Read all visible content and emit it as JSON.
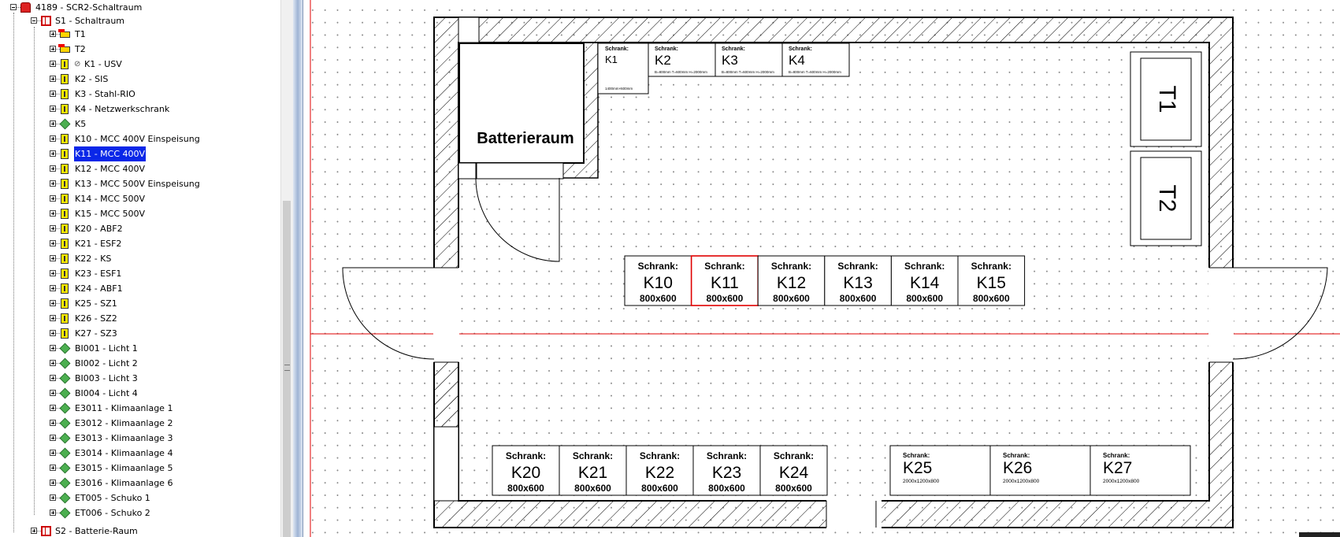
{
  "tree": {
    "root": "4189 - SCR2-Schaltraum",
    "room1": "S1 - Schaltraum",
    "items": [
      {
        "label": "T1",
        "icon": "transformer-icon"
      },
      {
        "label": "T2",
        "icon": "transformer-icon"
      },
      {
        "label": "K1 - USV",
        "icon": "cabinet-icon",
        "clip": true
      },
      {
        "label": "K2 - SIS",
        "icon": "cabinet-icon"
      },
      {
        "label": "K3 - Stahl-RIO",
        "icon": "cabinet-icon"
      },
      {
        "label": "K4 - Netzwerkschrank",
        "icon": "cabinet-icon"
      },
      {
        "label": "K5",
        "icon": "device-cube-icon"
      },
      {
        "label": "K10 - MCC 400V Einspeisung",
        "icon": "cabinet-icon"
      },
      {
        "label": "K11 - MCC 400V",
        "icon": "cabinet-icon",
        "selected": true
      },
      {
        "label": "K12 - MCC 400V",
        "icon": "cabinet-icon"
      },
      {
        "label": "K13 - MCC 500V Einspeisung",
        "icon": "cabinet-icon"
      },
      {
        "label": "K14 - MCC 500V",
        "icon": "cabinet-icon"
      },
      {
        "label": "K15 - MCC 500V",
        "icon": "cabinet-icon"
      },
      {
        "label": "K20 - ABF2",
        "icon": "cabinet-icon"
      },
      {
        "label": "K21 - ESF2",
        "icon": "cabinet-icon"
      },
      {
        "label": "K22 - KS",
        "icon": "cabinet-icon"
      },
      {
        "label": "K23 - ESF1",
        "icon": "cabinet-icon"
      },
      {
        "label": "K24 - ABF1",
        "icon": "cabinet-icon"
      },
      {
        "label": "K25 - SZ1",
        "icon": "cabinet-icon"
      },
      {
        "label": "K26 - SZ2",
        "icon": "cabinet-icon"
      },
      {
        "label": "K27 - SZ3",
        "icon": "cabinet-icon"
      },
      {
        "label": "BI001 - Licht 1",
        "icon": "device-cube-icon"
      },
      {
        "label": "BI002 - Licht 2",
        "icon": "device-cube-icon"
      },
      {
        "label": "BI003 - Licht 3",
        "icon": "device-cube-icon"
      },
      {
        "label": "BI004 - Licht 4",
        "icon": "device-cube-icon"
      },
      {
        "label": "E3011 - Klimaanlage 1",
        "icon": "device-cube-icon"
      },
      {
        "label": "E3012 - Klimaanlage 2",
        "icon": "device-cube-icon"
      },
      {
        "label": "E3013 - Klimaanlage 3",
        "icon": "device-cube-icon"
      },
      {
        "label": "E3014 - Klimaanlage 4",
        "icon": "device-cube-icon"
      },
      {
        "label": "E3015 - Klimaanlage 5",
        "icon": "device-cube-icon"
      },
      {
        "label": "E3016 - Klimaanlage 6",
        "icon": "device-cube-icon"
      },
      {
        "label": "ET005 - Schuko 1",
        "icon": "device-cube-icon"
      },
      {
        "label": "ET006 - Schuko 2",
        "icon": "device-cube-icon"
      }
    ],
    "room2": "S2 - Batterie-Raum"
  },
  "plan": {
    "battery_room_label": "Batterieraum",
    "small_cabinets": [
      {
        "word": "Schrank:",
        "name": "K1",
        "dims": "1400mm×600mm"
      },
      {
        "word": "Schrank:",
        "name": "K2",
        "dims": "B=800mm T=600mm H=2000mm"
      },
      {
        "word": "Schrank:",
        "name": "K3",
        "dims": "B=800mm T=600mm H=2000mm"
      },
      {
        "word": "Schrank:",
        "name": "K4",
        "dims": "B=800mm T=600mm H=2000mm"
      }
    ],
    "row_mid": [
      {
        "word": "Schrank:",
        "name": "K10",
        "dims": "800x600",
        "selected": false
      },
      {
        "word": "Schrank:",
        "name": "K11",
        "dims": "800x600",
        "selected": true
      },
      {
        "word": "Schrank:",
        "name": "K12",
        "dims": "800x600",
        "selected": false
      },
      {
        "word": "Schrank:",
        "name": "K13",
        "dims": "800x600",
        "selected": false
      },
      {
        "word": "Schrank:",
        "name": "K14",
        "dims": "800x600",
        "selected": false
      },
      {
        "word": "Schrank:",
        "name": "K15",
        "dims": "800x600",
        "selected": false
      }
    ],
    "row_bottom": [
      {
        "word": "Schrank:",
        "name": "K20",
        "dims": "800x600"
      },
      {
        "word": "Schrank:",
        "name": "K21",
        "dims": "800x600"
      },
      {
        "word": "Schrank:",
        "name": "K22",
        "dims": "800x600"
      },
      {
        "word": "Schrank:",
        "name": "K23",
        "dims": "800x600"
      },
      {
        "word": "Schrank:",
        "name": "K24",
        "dims": "800x600"
      }
    ],
    "row_bottom_right": [
      {
        "word": "Schrank:",
        "name": "K25",
        "dims": "2000x1200x800"
      },
      {
        "word": "Schrank:",
        "name": "K26",
        "dims": "2000x1200x800"
      },
      {
        "word": "Schrank:",
        "name": "K27",
        "dims": "2000x1200x800"
      }
    ],
    "transformers": [
      "T1",
      "T2"
    ],
    "colors": {
      "selection": "#e00000",
      "tree_selection": "#0a27e8",
      "guide": "#e00000"
    }
  }
}
